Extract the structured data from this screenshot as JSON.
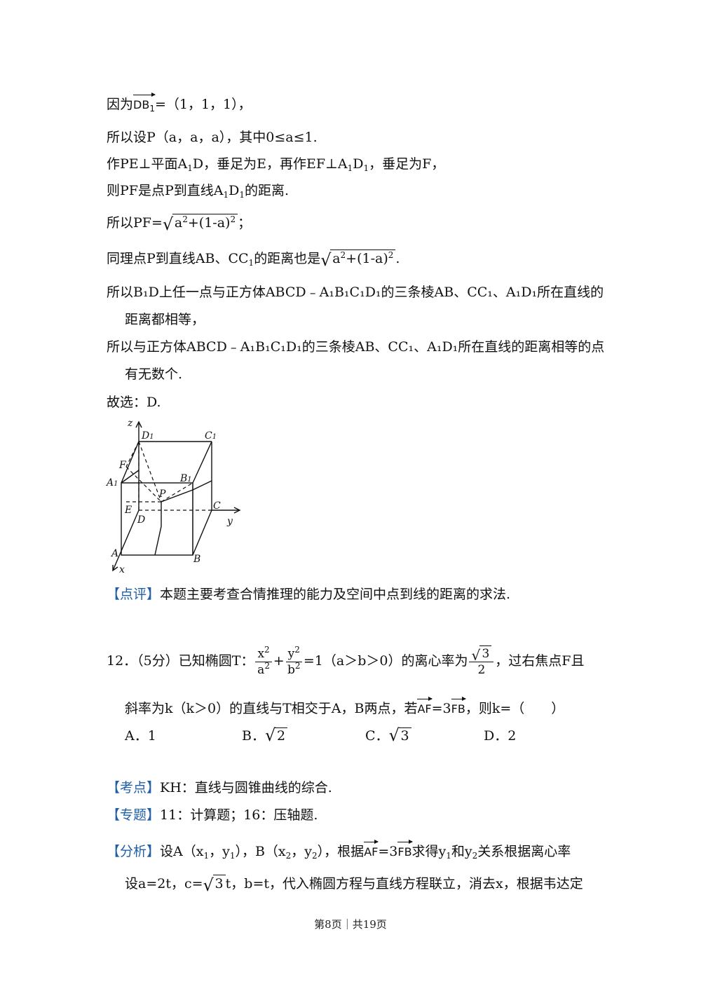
{
  "sol11": {
    "l1_a": "因为",
    "l1_vec": "DB",
    "l1_sub": "1",
    "l1_b": "=（1，1，1），",
    "l2": "所以设P（a，a，a），其中0≤a≤1.",
    "l3_a": "作PE⊥平面A",
    "l3_b": "D，垂足为E，再作EF⊥A",
    "l3_c": "D",
    "l3_d": "，垂足为F，",
    "l4_a": "则PF是点P到直线A",
    "l4_b": "D",
    "l4_c": "的距离.",
    "l5_a": "所以PF=",
    "l5_rad": "a",
    "l5_rad2": "+(1-a)",
    "l5_b": "；",
    "l6_a": "同理点P到直线AB、CC",
    "l6_b": "的距离也是",
    "l6_c": ".",
    "l7": "所以B₁D上任一点与正方体ABCD﹣A₁B₁C₁D₁的三条棱AB、CC₁、A₁D₁所在直线的",
    "l8": "距离都相等，",
    "l9": "所以与正方体ABCD﹣A₁B₁C₁D₁的三条棱AB、CC₁、A₁D₁所在直线的距离相等的点",
    "l10": "有无数个.",
    "l11": "故选：D.",
    "review_tag": "【点评】",
    "review_text": "本题主要考查合情推理的能力及空间中点到线的距离的求法."
  },
  "figure": {
    "labels": {
      "z": "z",
      "D1": "D",
      "C1": "C",
      "F": "F",
      "A1": "A",
      "B1": "B",
      "P": "P",
      "E": "E",
      "D": "D",
      "C": "C",
      "y": "y",
      "A": "A",
      "B": "B",
      "x": "x",
      "one": "1"
    }
  },
  "q12": {
    "num": "12．（5分）已知椭圆T：",
    "x": "x",
    "a": "a",
    "y": "y",
    "b": "b",
    "two": "2",
    "plus": "+",
    "cond": "=1（a＞b＞0）的离心率为",
    "three": "3",
    "after": "，过右焦点F且",
    "l2_a": "斜率为k（k＞0）的直线与T相交于A，B两点，若",
    "vAF": "AF",
    "eq3": "=3",
    "vFB": "FB",
    "l2_b": "，则k=（　　）",
    "options": {
      "A": "A．1",
      "B": "B．",
      "C": "C．",
      "D": "D．2"
    },
    "opt_rad_b": "2",
    "opt_rad_c": "3"
  },
  "analysis": {
    "kd_tag": "【考点】",
    "kd_text": "KH：直线与圆锥曲线的综合.",
    "zt_tag": "【专题】",
    "zt_text": "11：计算题；16：压轴题.",
    "fx_tag": "【分析】",
    "fx_a": "设A（x",
    "fx_b": "，y",
    "fx_c": "），B（x",
    "fx_d": "，y",
    "fx_e": "），根据",
    "fx_f": "求得y",
    "fx_g": "和y",
    "fx_h": "关系根据离心率",
    "l2_a": "设a=2t，c=",
    "l2_b": "t，b=t，代入椭圆方程与直线方程联立，消去x，根据韦达定"
  },
  "footer": "第8页｜共19页"
}
